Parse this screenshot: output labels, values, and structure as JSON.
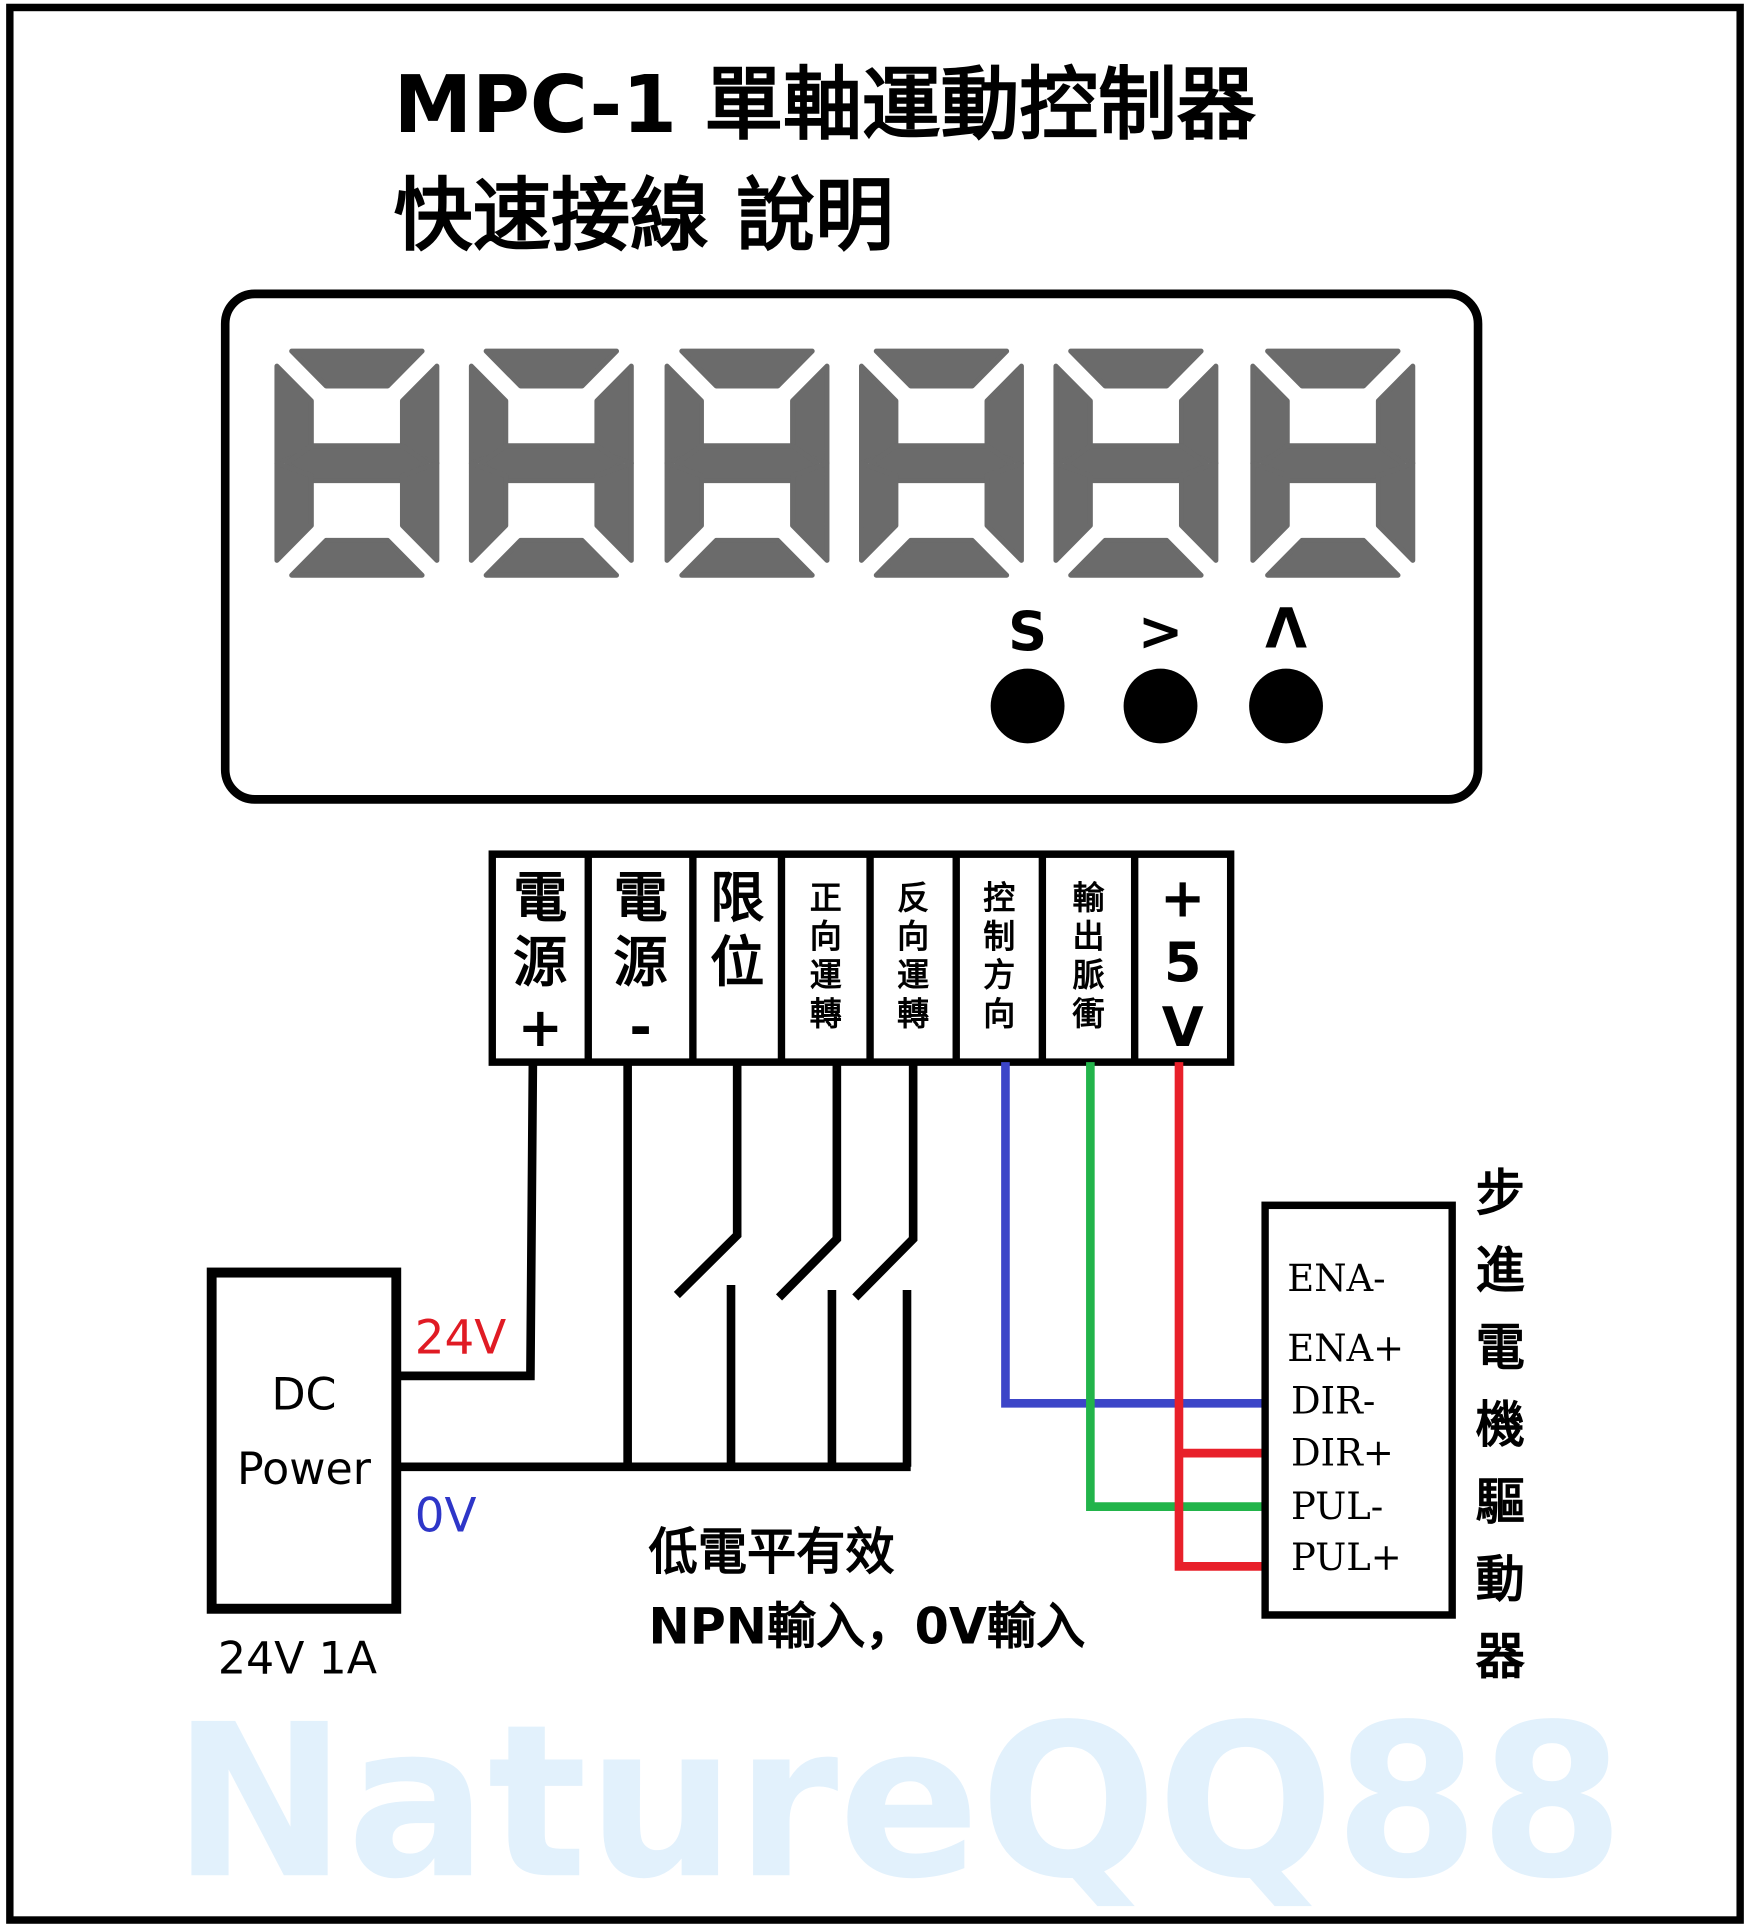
{
  "title": {
    "line1": "MPC-1 單軸運動控制器",
    "line2": "快速接線 說明"
  },
  "watermark": "NatureQQ88",
  "buttons": [
    {
      "label": "S"
    },
    {
      "label": ">"
    },
    {
      "label": "Λ"
    }
  ],
  "terminals": [
    {
      "lines": [
        "電",
        "源",
        "+"
      ]
    },
    {
      "lines": [
        "電",
        "源",
        "-"
      ]
    },
    {
      "lines": [
        "限",
        "位"
      ]
    },
    {
      "lines": [
        "正",
        "向",
        "運",
        "轉"
      ]
    },
    {
      "lines": [
        "反",
        "向",
        "運",
        "轉"
      ]
    },
    {
      "lines": [
        "控",
        "制",
        "方",
        "向"
      ]
    },
    {
      "lines": [
        "輸",
        "出",
        "脈",
        "衝"
      ]
    },
    {
      "lines": [
        "+",
        "5",
        "V"
      ]
    }
  ],
  "power": {
    "line1": "DC",
    "line2": "Power",
    "v_pos": "24V",
    "v_neg": "0V",
    "rating": "24V  1A"
  },
  "note": {
    "line1": "低電平有效",
    "line2": "NPN輸入，0V輸入"
  },
  "driver": {
    "pins": [
      "ENA-",
      "ENA+",
      "DIR-",
      "DIR+",
      "PUL-",
      "PUL+"
    ],
    "label": [
      "步",
      "進",
      "電",
      "機",
      "驅",
      "動",
      "器"
    ]
  },
  "colors": {
    "seg": "#6b6b6b",
    "red": "#e8202a",
    "blue": "#3c45c8",
    "green": "#22b44a",
    "watermark": "#e2f1fc",
    "v24": "#e01b24",
    "v0": "#2e36c8"
  }
}
